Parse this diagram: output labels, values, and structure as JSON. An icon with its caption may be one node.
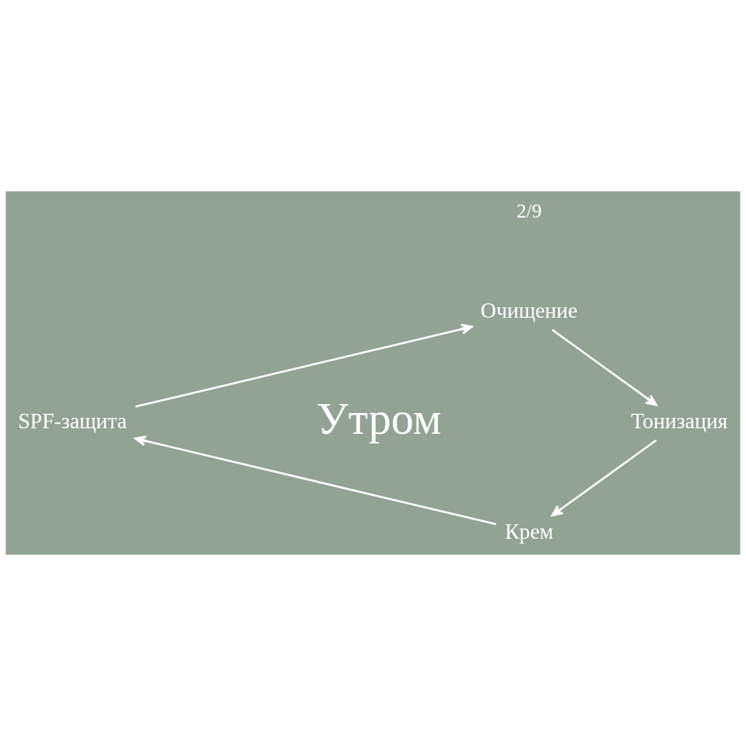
{
  "diagram": {
    "nodes": [
      {
        "text": [
          "Очищение"
        ]
      },
      {
        "text": [
          "Тонизация"
        ]
      },
      {
        "text": [
          "Крем"
        ]
      },
      {
        "text": [
          "SPF-защита"
        ]
      }
    ],
    "edges": [
      {
        "from": 3,
        "to": 0,
        "arrow": "to"
      },
      {
        "from": 0,
        "to": 1,
        "arrow": "to"
      },
      {
        "from": 1,
        "to": 2,
        "arrow": "to"
      },
      {
        "from": 2,
        "to": 3,
        "arrow": "to"
      }
    ],
    "labels": [
      "2/9",
      "Утром"
    ]
  }
}
